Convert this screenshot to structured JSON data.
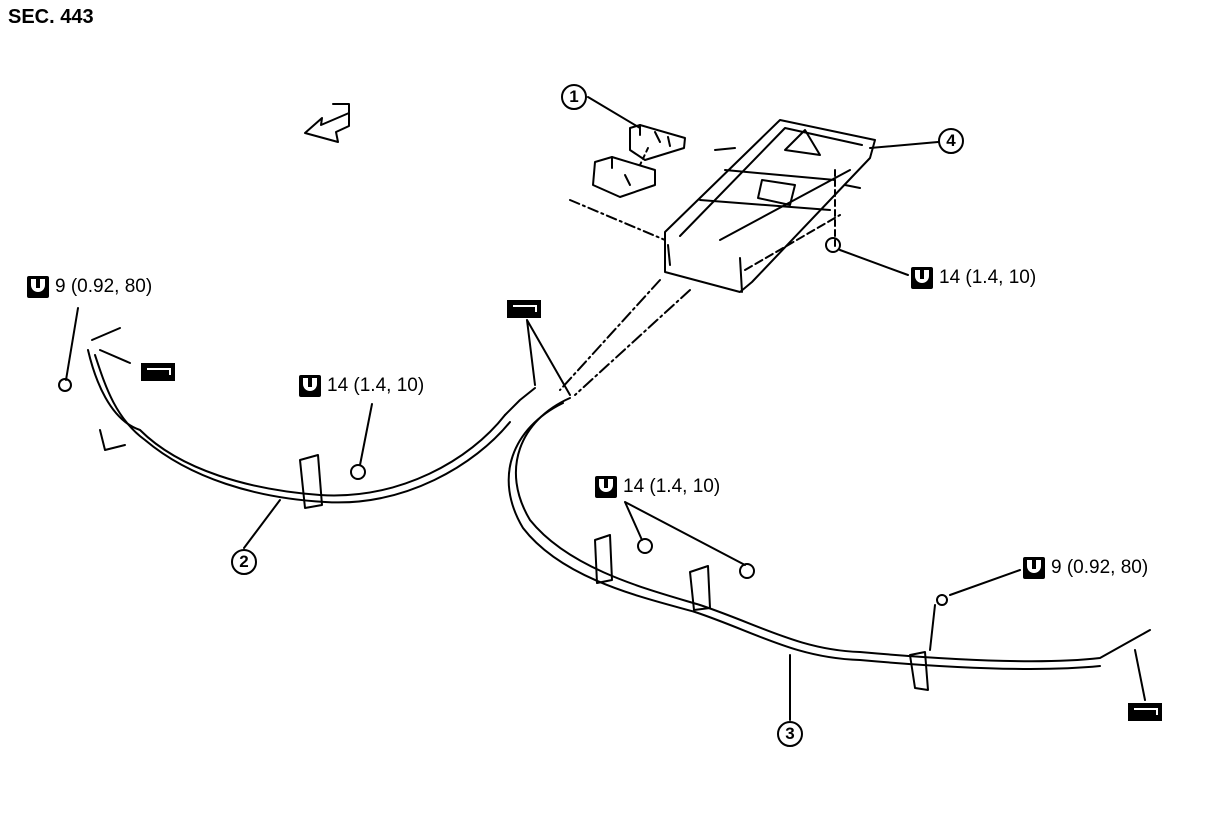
{
  "section": {
    "title": "SEC. 443"
  },
  "callouts": [
    "1",
    "2",
    "3",
    "4"
  ],
  "torques": [
    {
      "text": "9 (0.92, 80)"
    },
    {
      "text": "14 (1.4, 10)"
    },
    {
      "text": "14 (1.4, 10)"
    },
    {
      "text": "14 (1.4, 10)"
    },
    {
      "text": "9 (0.92, 80)"
    }
  ],
  "icons": {
    "torque": "wrench-icon",
    "grease": "grease-icon",
    "direction": "front-arrow-icon"
  }
}
